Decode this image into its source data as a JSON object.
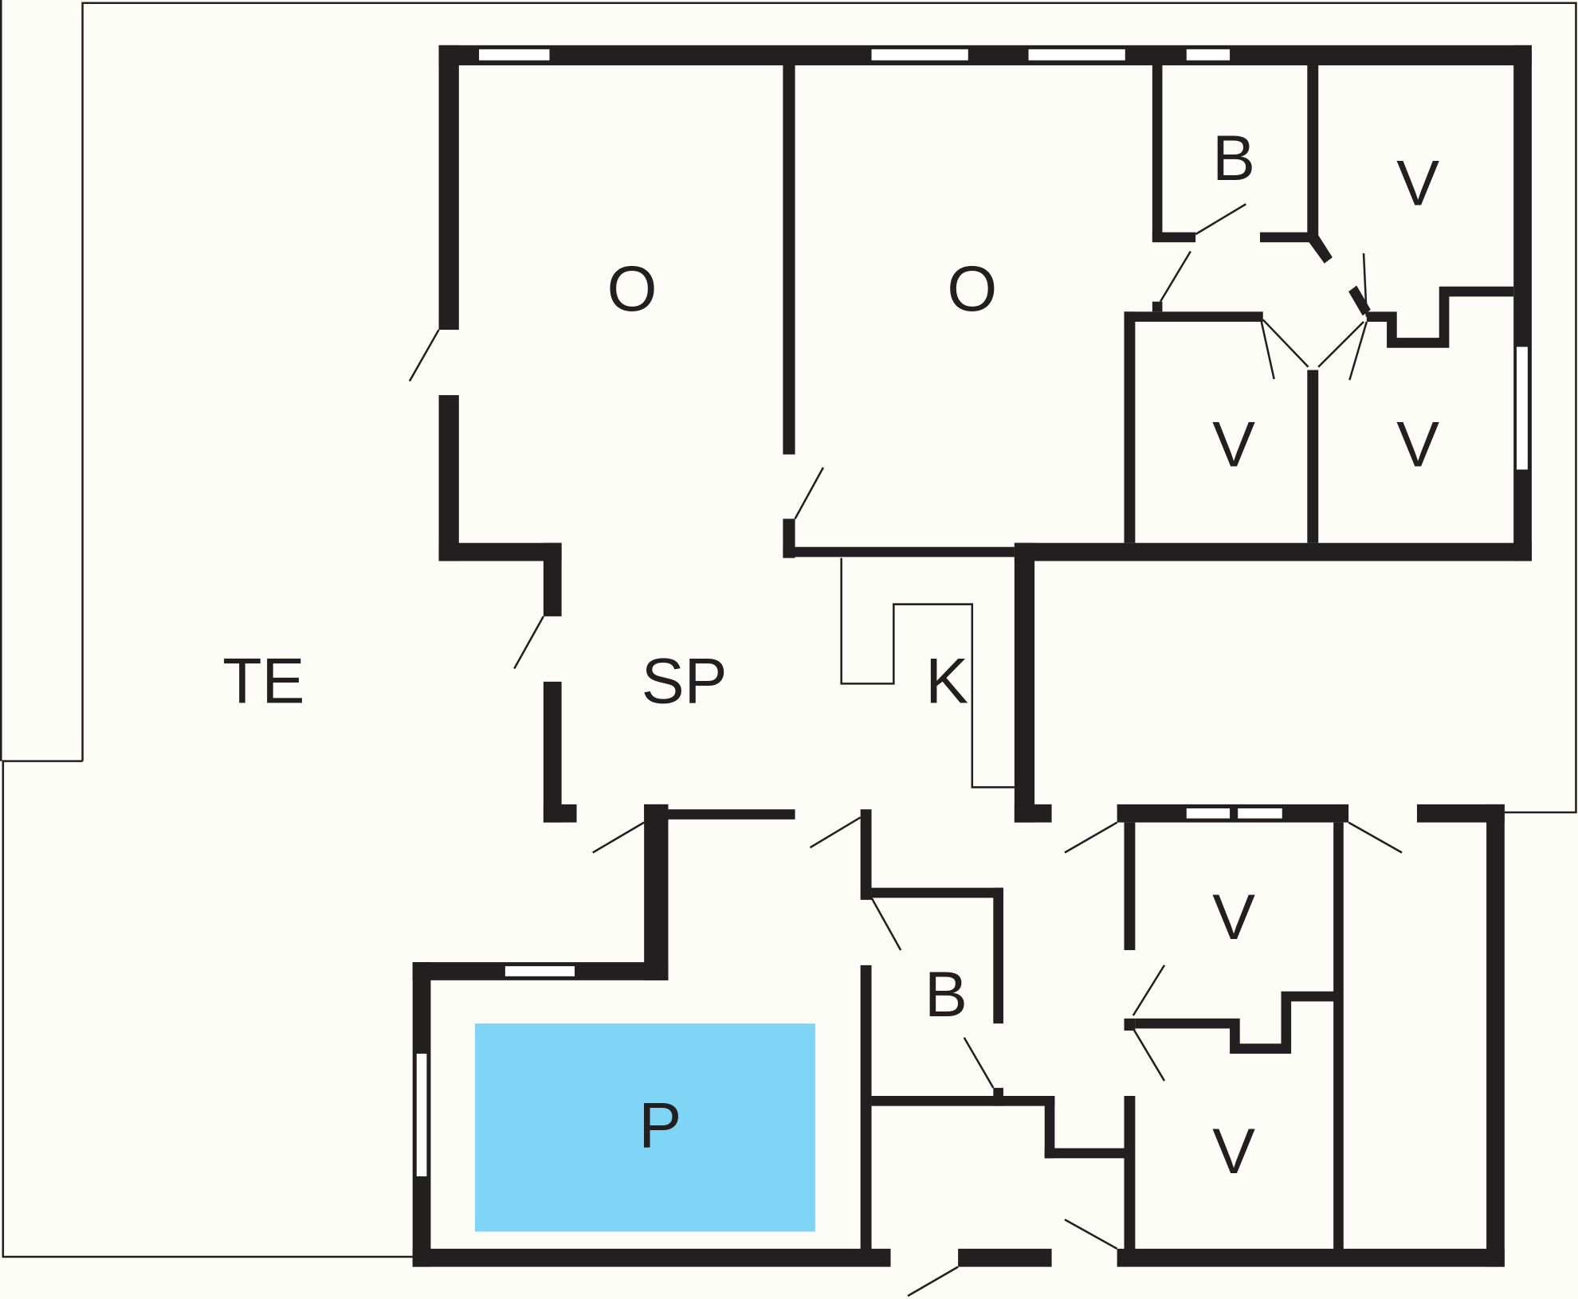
{
  "colors": {
    "wall": "#231f20",
    "floor": "#fdfdf8",
    "pool": "#80d4f6"
  },
  "rooms": {
    "terrace": "TE",
    "room_o1": "O",
    "room_o2": "O",
    "bath_upper": "B",
    "room_v1": "V",
    "room_v2": "V",
    "room_v3": "V",
    "living": "SP",
    "kitchen": "K",
    "room_v4": "V",
    "bath_lower": "B",
    "room_v5": "V",
    "pool": "P"
  }
}
